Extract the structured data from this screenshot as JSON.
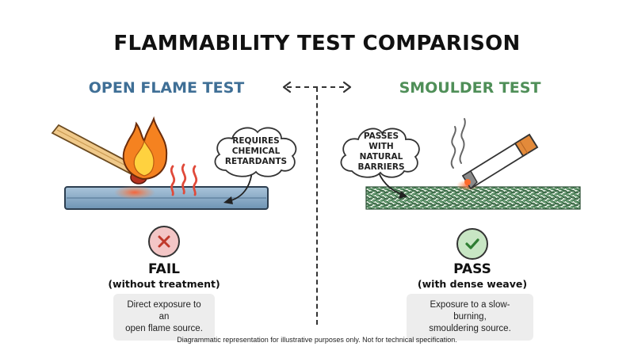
{
  "title": "FLAMMABILITY TEST COMPARISON",
  "left": {
    "heading": "OPEN FLAME TEST",
    "callout": "REQUIRES CHEMICAL RETARDANTS",
    "status": "FAIL",
    "status_detail": "(without treatment)",
    "note_lines": [
      "Direct exposure to an",
      "open flame source."
    ]
  },
  "right": {
    "heading": "SMOULDER TEST",
    "callout": "PASSES WITH NATURAL BARRIERS",
    "status": "PASS",
    "status_detail": "(with dense weave)",
    "note_lines": [
      "Exposure to a slow-burning,",
      "smouldering source."
    ]
  },
  "colors": {
    "left_heading": "#3f6f96",
    "right_heading": "#4f8f58",
    "fail_bg": "#f3c6c6",
    "fail_mark": "#c0392b",
    "pass_bg": "#c8e6c4",
    "pass_mark": "#2e7d32"
  },
  "icons": {
    "fail": "x-circle-icon",
    "pass": "check-circle-icon",
    "match": "match-icon",
    "flame": "flame-icon",
    "cigarette": "cigarette-icon",
    "smoke": "smoke-icon",
    "heat": "heat-waves-icon",
    "arrows": "double-arrow-icon"
  },
  "footer": "Diagrammatic representation for illustrative purposes only. Not for technical specification."
}
